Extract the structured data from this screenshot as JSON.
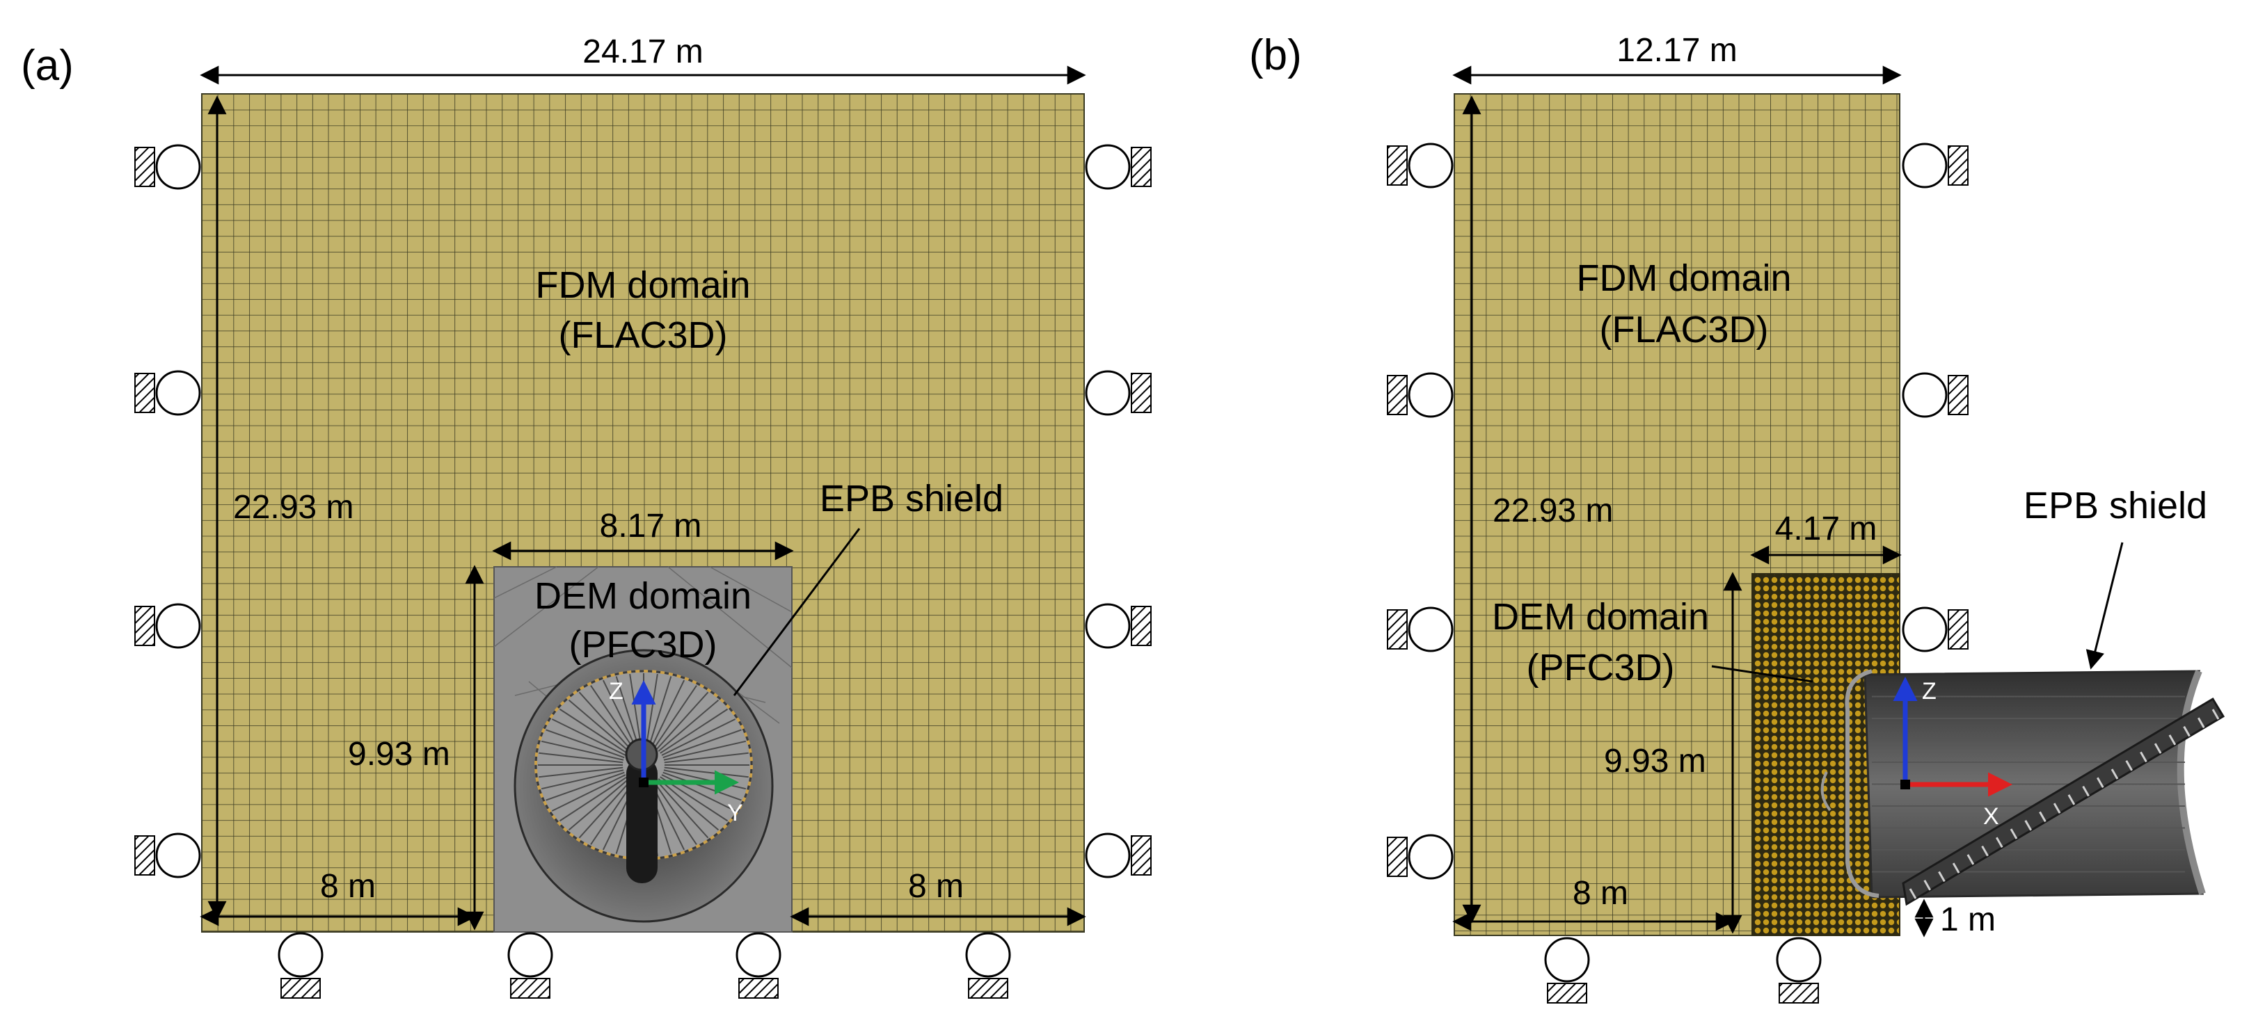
{
  "colors": {
    "soil": "#c2b36a",
    "soil_grid": "#3a3a22",
    "dem_gray": "#8c8c8c",
    "dem_particles": "#b8860b",
    "shield_dark": "#4a4a4a",
    "axis_z": "#1f3bd6",
    "axis_y": "#19a24a",
    "axis_x": "#e02020"
  },
  "panel_a": {
    "letter": "(a)",
    "width_label": "24.17 m",
    "height_label": "22.93 m",
    "dem_width_label": "8.17 m",
    "dem_height_label": "9.93 m",
    "left_offset_label": "8 m",
    "right_offset_label": "8 m",
    "fdm_line1": "FDM domain",
    "fdm_line2": "(FLAC3D)",
    "dem_line1": "DEM domain",
    "dem_line2": "(PFC3D)",
    "shield_label": "EPB shield",
    "axis_z": "Z",
    "axis_y": "Y"
  },
  "panel_b": {
    "letter": "(b)",
    "width_label": "12.17 m",
    "height_label": "22.93 m",
    "dem_width_label": "4.17 m",
    "dem_height_label": "9.93 m",
    "left_offset_label": "8 m",
    "bottom_gap_label": "1 m",
    "fdm_line1": "FDM domain",
    "fdm_line2": "(FLAC3D)",
    "dem_line1": "DEM domain",
    "dem_line2": "(PFC3D)",
    "shield_label": "EPB shield",
    "axis_z": "Z",
    "axis_x": "X"
  }
}
